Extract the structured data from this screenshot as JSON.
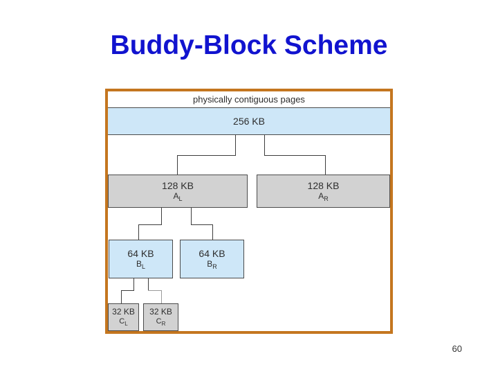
{
  "title": "Buddy-Block Scheme",
  "page_number": "60",
  "colors": {
    "title_blue": "#1113cf",
    "diagram_border_orange": "#c4761f",
    "block_light_blue": "#cee7f8",
    "block_gray": "#d2d2d2",
    "line_dark": "#3c3c3c"
  },
  "diagram": {
    "caption": "physically contiguous pages",
    "blocks": {
      "b256": {
        "size": "256 KB"
      },
      "a_l": {
        "size": "128 KB",
        "letter": "A",
        "sub": "L"
      },
      "a_r": {
        "size": "128 KB",
        "letter": "A",
        "sub": "R"
      },
      "b_l": {
        "size": "64 KB",
        "letter": "B",
        "sub": "L"
      },
      "b_r": {
        "size": "64 KB",
        "letter": "B",
        "sub": "R"
      },
      "c_l": {
        "size": "32 KB",
        "letter": "C",
        "sub": "L"
      },
      "c_r": {
        "size": "32 KB",
        "letter": "C",
        "sub": "R"
      }
    }
  }
}
